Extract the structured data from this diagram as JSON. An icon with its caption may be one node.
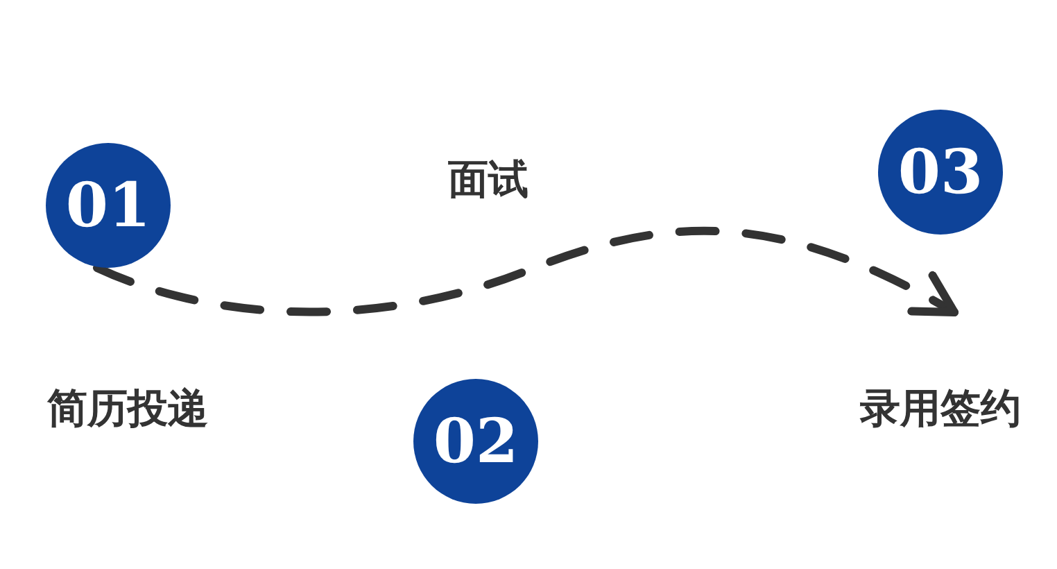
{
  "diagram": {
    "nodes": [
      {
        "text": [
          "01"
        ],
        "beside": [
          "简历投递"
        ]
      },
      {
        "text": [
          "02"
        ]
      },
      {
        "text": [
          "03"
        ],
        "beside": [
          "录用签约"
        ]
      }
    ],
    "edges": [
      {
        "from": 0,
        "to": 2,
        "arrow": "to",
        "style": "dashed"
      }
    ],
    "labels": [
      "面试"
    ]
  }
}
